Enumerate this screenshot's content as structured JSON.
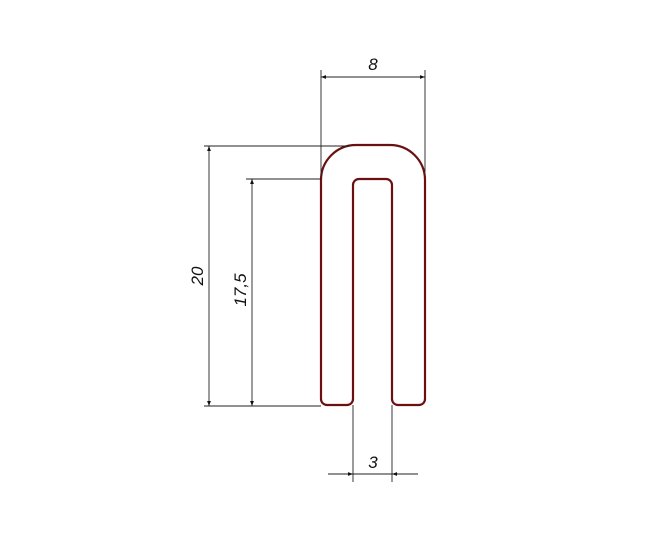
{
  "drawing": {
    "type": "U-profile cross-section technical drawing",
    "profile_color": "#6b1010",
    "line_color": "#222222",
    "background": "#ffffff"
  },
  "dimensions": {
    "width_overall": {
      "label": "8",
      "orientation": "horizontal",
      "position": "top"
    },
    "height_overall": {
      "label": "20",
      "orientation": "vertical",
      "position": "left-outer"
    },
    "slot_depth": {
      "label": "17,5",
      "orientation": "vertical",
      "position": "left-inner"
    },
    "slot_width": {
      "label": "3",
      "orientation": "horizontal",
      "position": "bottom"
    }
  }
}
